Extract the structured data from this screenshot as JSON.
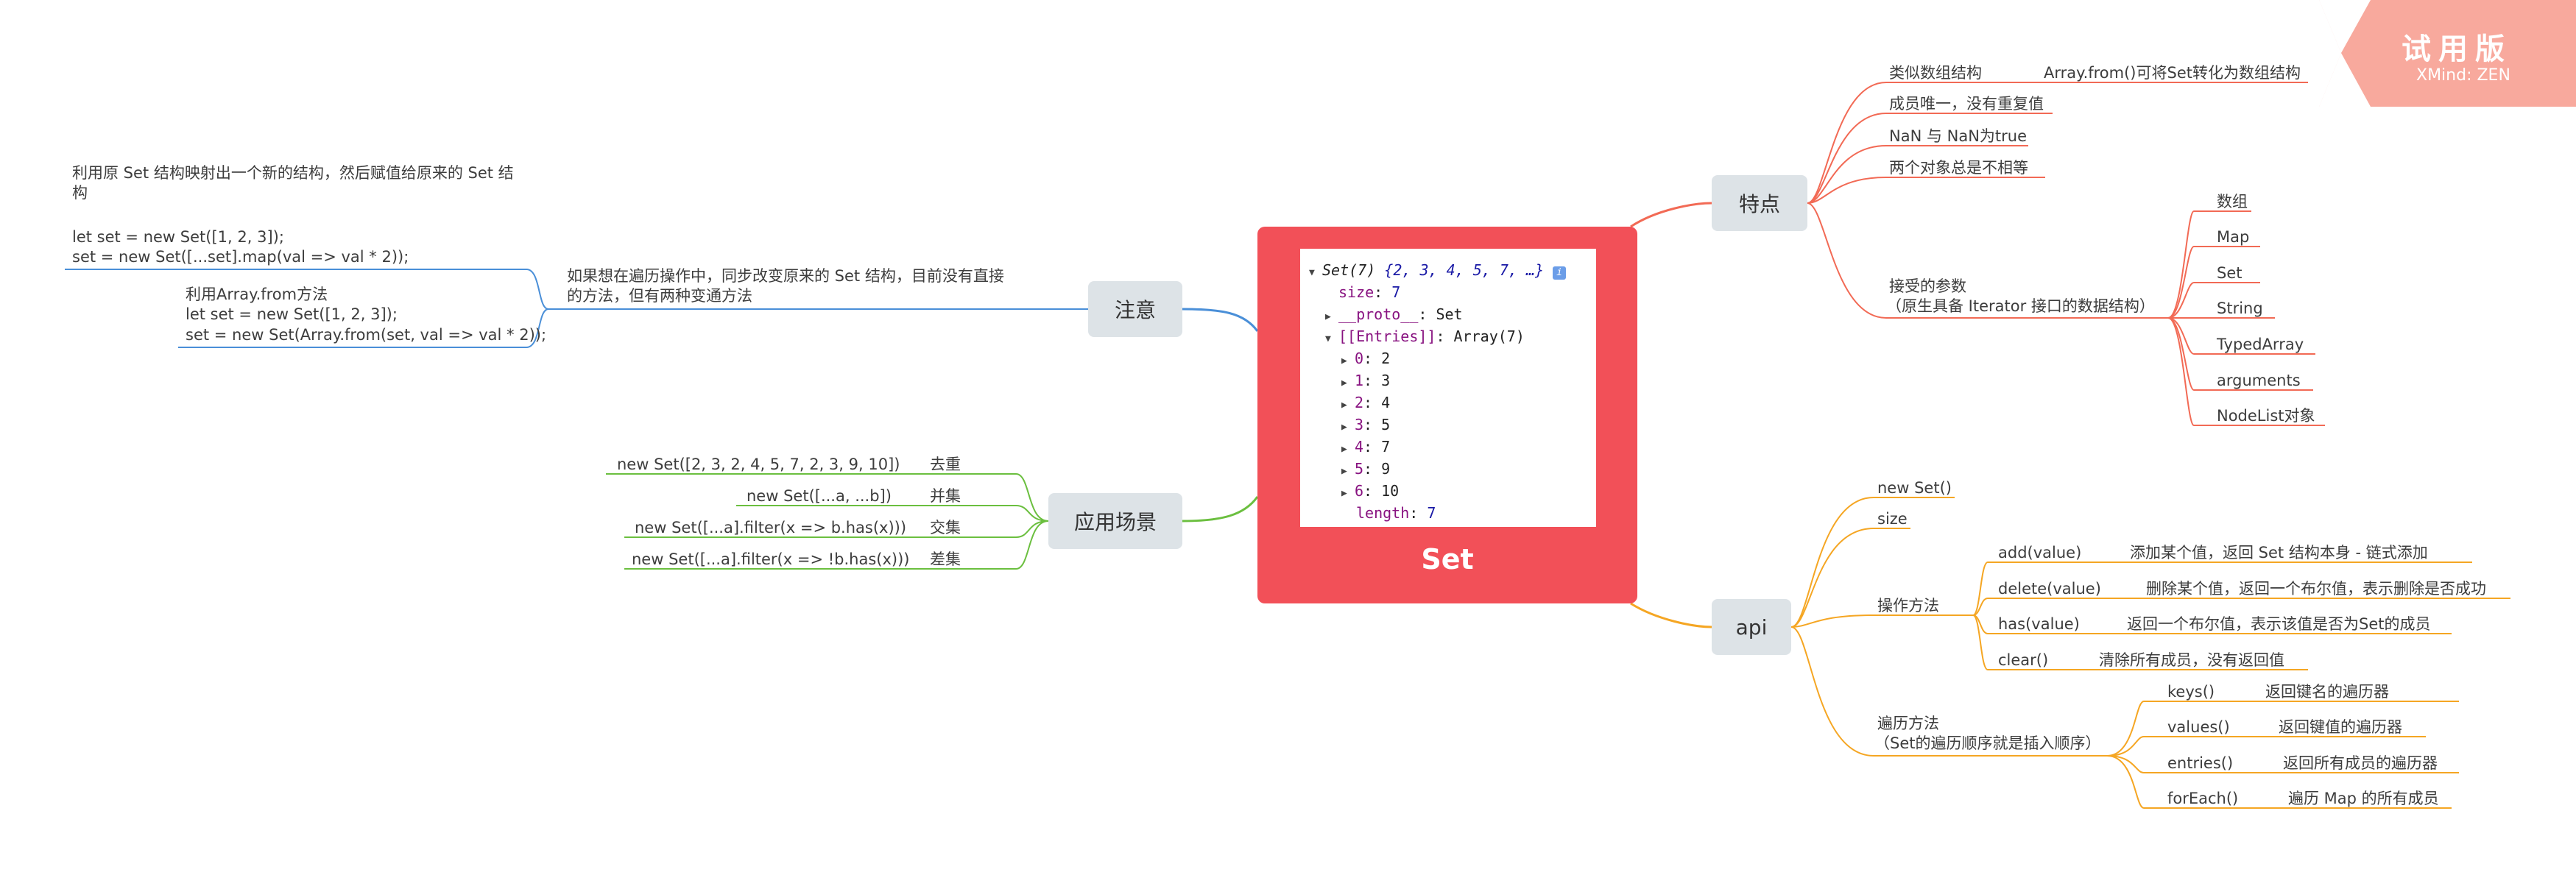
{
  "center": {
    "title": "Set",
    "console": {
      "header_name": "Set(7)",
      "header_values": "{2, 3, 4, 5, 7, …}",
      "info_badge": "i",
      "size_key": "size",
      "size_val": "7",
      "proto_key": "__proto__",
      "proto_val": "Set",
      "entries_key": "[[Entries]]",
      "entries_val": "Array(7)",
      "entries": [
        {
          "k": "0",
          "v": "2"
        },
        {
          "k": "1",
          "v": "3"
        },
        {
          "k": "2",
          "v": "4"
        },
        {
          "k": "3",
          "v": "5"
        },
        {
          "k": "4",
          "v": "7"
        },
        {
          "k": "5",
          "v": "9"
        },
        {
          "k": "6",
          "v": "10"
        }
      ],
      "length_key": "length",
      "length_val": "7"
    }
  },
  "watermark": {
    "title": "试用版",
    "sub": "XMind: ZEN"
  },
  "colors": {
    "center": "#f25058",
    "features": "#f26a55",
    "api": "#f5a623",
    "notes": "#4a8fd8",
    "scenes": "#6bbf3f",
    "topic_bg": "#dde3e7",
    "watermark": "#f8a99d"
  },
  "topics": {
    "features": "特点",
    "api": "api",
    "notes": "注意",
    "scenes": "应用场景"
  },
  "features": {
    "array_like": "类似数组结构",
    "array_from": "Array.from()可将Set转化为数组结构",
    "unique": "成员唯一，没有重复值",
    "nan": "NaN 与 NaN为true",
    "objects": "两个对象总是不相等",
    "accepted_line1": "接受的参数",
    "accepted_line2": "（原生具备 Iterator 接口的数据结构）",
    "accepted": [
      "数组",
      "Map",
      "Set",
      "String",
      "TypedArray",
      "arguments",
      "NodeList对象"
    ]
  },
  "api": {
    "new": "new Set()",
    "size": "size",
    "ops": "操作方法",
    "ops_items": [
      {
        "name": "add(value)",
        "desc": "添加某个值，返回 Set 结构本身 - 链式添加"
      },
      {
        "name": "delete(value)",
        "desc": "删除某个值，返回一个布尔值，表示删除是否成功"
      },
      {
        "name": "has(value)",
        "desc": "返回一个布尔值，表示该值是否为Set的成员"
      },
      {
        "name": "clear()",
        "desc": "清除所有成员，没有返回值"
      }
    ],
    "iter_line1": "遍历方法",
    "iter_line2": "（Set的遍历顺序就是插入顺序）",
    "iter_items": [
      {
        "name": "keys()",
        "desc": "返回键名的遍历器"
      },
      {
        "name": "values()",
        "desc": "返回键值的遍历器"
      },
      {
        "name": "entries()",
        "desc": "返回所有成员的遍历器"
      },
      {
        "name": "forEach()",
        "desc": "遍历 Map 的所有成员"
      }
    ]
  },
  "notes": {
    "main": "如果想在遍历操作中，同步改变原来的 Set 结构，目前没有直接的方法，但有两种变通方法",
    "method1": {
      "title": "利用原 Set 结构映射出一个新的结构，然后赋值给原来的 Set 结构",
      "code1": "let set = new Set([1, 2, 3]);",
      "code2": "set = new Set([...set].map(val => val * 2));"
    },
    "method2": {
      "title": "利用Array.from方法",
      "code1": "let set = new Set([1, 2, 3]);",
      "code2": "set = new Set(Array.from(set, val => val * 2));"
    }
  },
  "scenes": [
    {
      "code": "new Set([2, 3, 2, 4, 5, 7, 2, 3, 9, 10])",
      "label": "去重"
    },
    {
      "code": "new Set([...a, ...b])",
      "label": "并集"
    },
    {
      "code": "new Set([...a].filter(x => b.has(x)))",
      "label": "交集"
    },
    {
      "code": "new Set([...a].filter(x => !b.has(x)))",
      "label": "差集"
    }
  ]
}
